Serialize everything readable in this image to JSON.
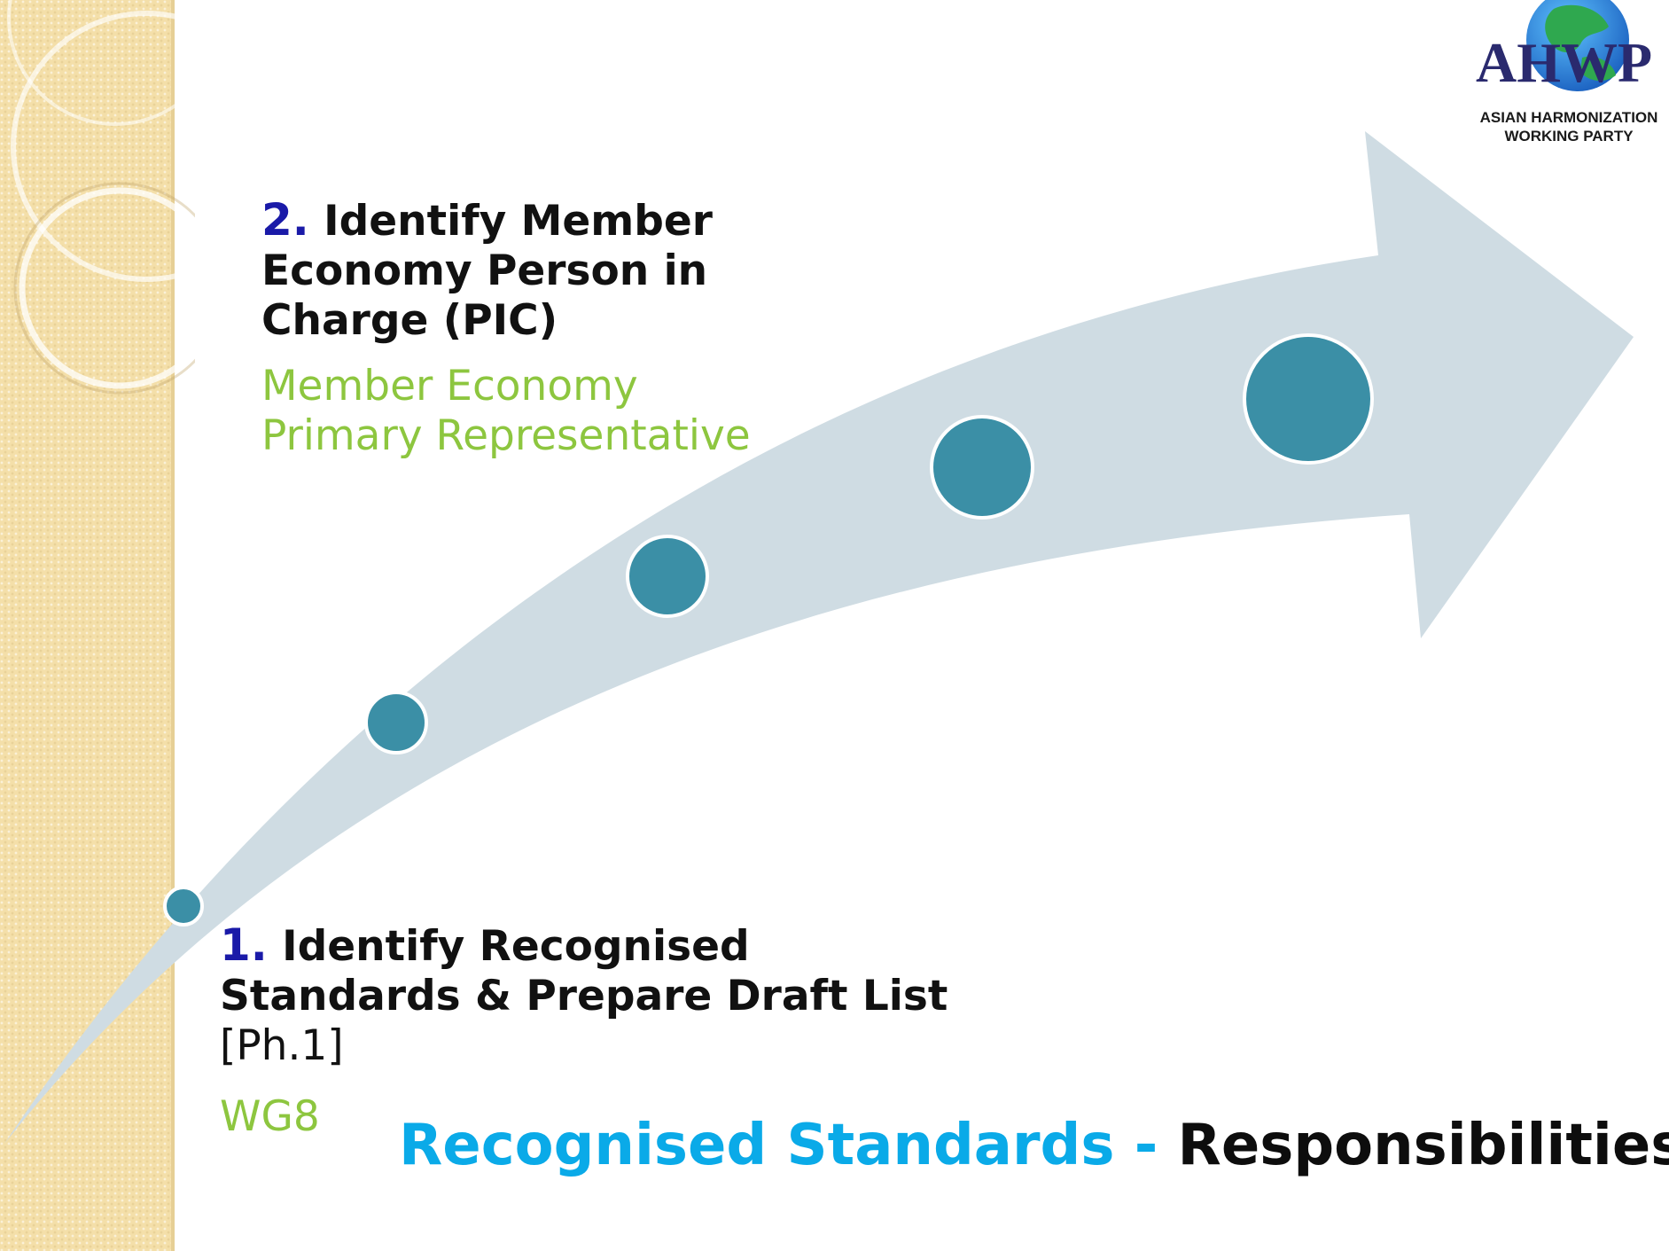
{
  "logo": {
    "letters": "AHWP",
    "caption_line1": "ASIAN HARMONIZATION",
    "caption_line2": "WORKING PARTY"
  },
  "steps": [
    {
      "number": "1.",
      "title_line1": "Identify Recognised",
      "title_line2": "Standards & Prepare Draft List",
      "subtitle": "[Ph.1]",
      "responsible": "WG8"
    },
    {
      "number": "2.",
      "title_line1": "Identify Member",
      "title_line2": "Economy Person in",
      "title_line3": "Charge (PIC)",
      "responsible_line1": "Member Economy",
      "responsible_line2": "Primary Representative"
    }
  ],
  "footer": {
    "title_accent": "Recognised Standards",
    "separator": " - ",
    "title_rest": "Responsibilities"
  },
  "colors": {
    "arrow": "#cfdce3",
    "node": "#3b8fa6",
    "step_number": "#1a1aa8",
    "responsible": "#8dc63f",
    "title_accent": "#0aaae8",
    "side_band": "#f4dfa9"
  }
}
